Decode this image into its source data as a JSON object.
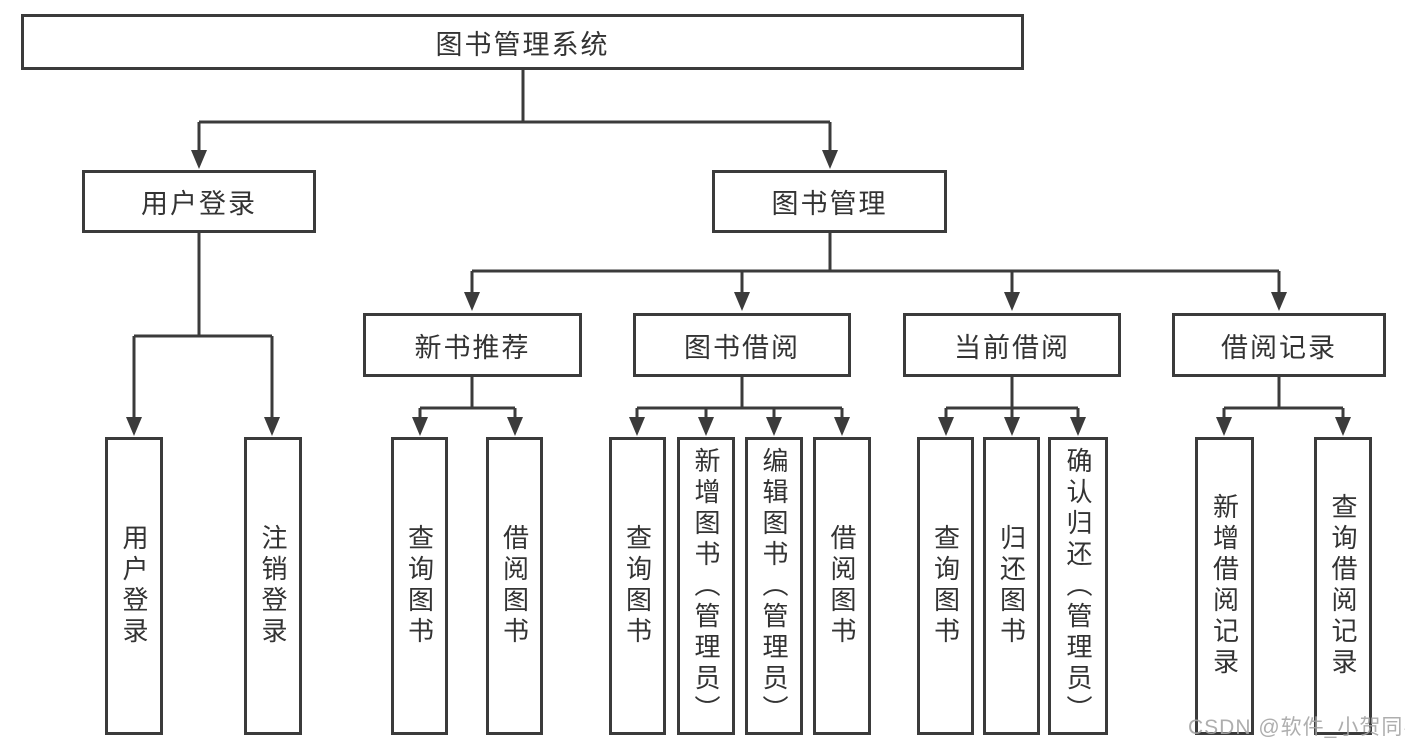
{
  "tree": {
    "root": "图书管理系统",
    "branches": [
      {
        "label": "用户登录",
        "children": [
          {
            "label": "用户登录"
          },
          {
            "label": "注销登录"
          }
        ]
      },
      {
        "label": "图书管理",
        "children": [
          {
            "label": "新书推荐",
            "children": [
              {
                "label": "查询图书"
              },
              {
                "label": "借阅图书"
              }
            ]
          },
          {
            "label": "图书借阅",
            "children": [
              {
                "label": "查询图书"
              },
              {
                "label": "新增图书（管理员）"
              },
              {
                "label": "编辑图书（管理员）"
              },
              {
                "label": "借阅图书"
              }
            ]
          },
          {
            "label": "当前借阅",
            "children": [
              {
                "label": "查询图书"
              },
              {
                "label": "归还图书"
              },
              {
                "label": "确认归还（管理员）"
              }
            ]
          },
          {
            "label": "借阅记录",
            "children": [
              {
                "label": "新增借阅记录"
              },
              {
                "label": "查询借阅记录"
              }
            ]
          }
        ]
      }
    ]
  },
  "watermark": "CSDN @软件_小贺同学",
  "colors": {
    "line": "#3b3b3b",
    "box_border": "#3b3b3b",
    "text": "#333333",
    "background": "#ffffff",
    "watermark": "#a5a5a5"
  }
}
